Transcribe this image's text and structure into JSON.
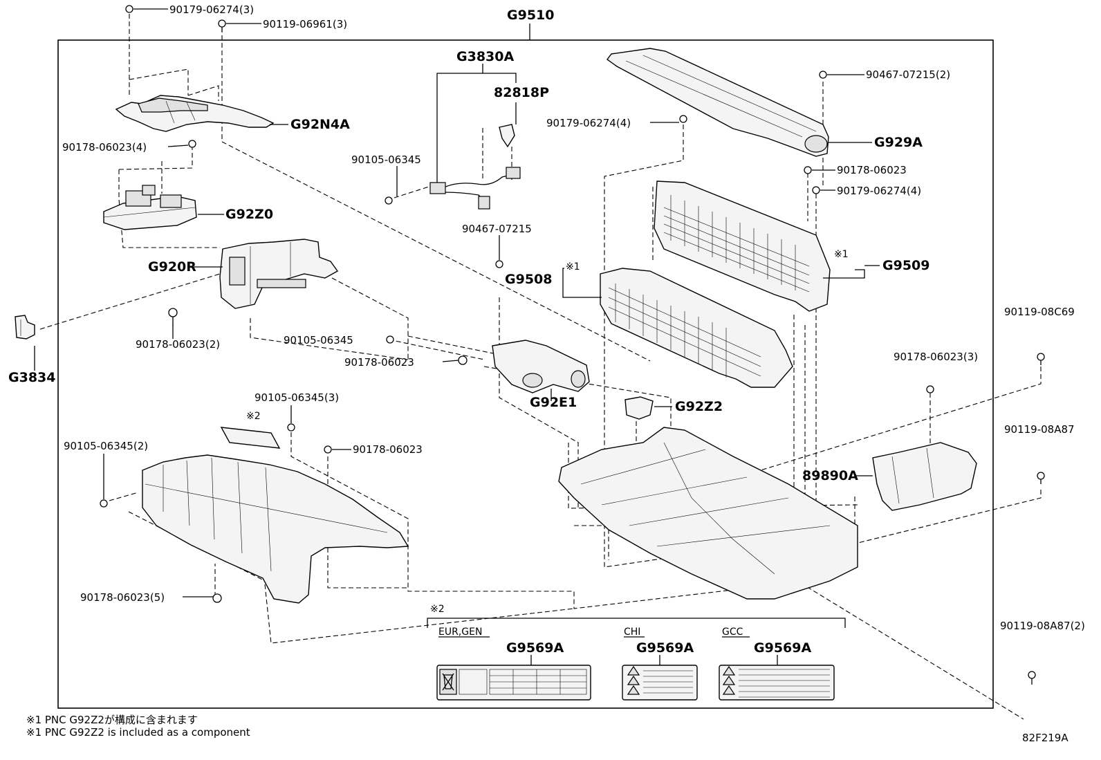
{
  "diagram": {
    "assembly_code": "G9510",
    "figure_code": "82F219A",
    "labels": [
      {
        "key": "l1",
        "text": "90179-06274(3)"
      },
      {
        "key": "l2",
        "text": "90119-06961(3)"
      },
      {
        "key": "l3",
        "text": "G3830A"
      },
      {
        "key": "l4",
        "text": "82818P"
      },
      {
        "key": "l5",
        "text": "90467-07215(2)"
      },
      {
        "key": "l6",
        "text": "G92N4A"
      },
      {
        "key": "l7",
        "text": "90179-06274(4)"
      },
      {
        "key": "l8",
        "text": "G929A"
      },
      {
        "key": "l9",
        "text": "90178-06023(4)"
      },
      {
        "key": "l10",
        "text": "90105-06345"
      },
      {
        "key": "l11",
        "text": "90178-06023"
      },
      {
        "key": "l12",
        "text": "90179-06274(4)"
      },
      {
        "key": "l13",
        "text": "G92Z0"
      },
      {
        "key": "l14",
        "text": "90467-07215"
      },
      {
        "key": "l15",
        "text": "G920R"
      },
      {
        "key": "l16",
        "text": "G9508"
      },
      {
        "key": "l17",
        "text": "G9509"
      },
      {
        "key": "l18",
        "text": "90119-08C69"
      },
      {
        "key": "l19",
        "text": "90178-06023(2)"
      },
      {
        "key": "l20",
        "text": "90105-06345"
      },
      {
        "key": "l21",
        "text": "90178-06023"
      },
      {
        "key": "l22",
        "text": "90178-06023(3)"
      },
      {
        "key": "l23",
        "text": "G3834"
      },
      {
        "key": "l24",
        "text": "G92E1"
      },
      {
        "key": "l25",
        "text": "G92Z2"
      },
      {
        "key": "l26",
        "text": "90105-06345(3)"
      },
      {
        "key": "l27",
        "text": "90105-06345(2)"
      },
      {
        "key": "l28",
        "text": "90178-06023"
      },
      {
        "key": "l29",
        "text": "90119-08A87"
      },
      {
        "key": "l30",
        "text": "89890A"
      },
      {
        "key": "l31",
        "text": "90178-06023(5)"
      },
      {
        "key": "l32",
        "text": "90119-08A87(2)"
      }
    ],
    "note_marks": {
      "m1a": "※1",
      "m1b": "※1",
      "m2a": "※2",
      "m2b": "※2"
    },
    "label_box": {
      "mark": "※2",
      "regions": [
        {
          "region": "EUR,GEN",
          "part": "G9569A"
        },
        {
          "region": "CHI",
          "part": "G9569A"
        },
        {
          "region": "GCC",
          "part": "G9569A"
        }
      ]
    },
    "footnotes": [
      "※1 PNC G92Z2が構成に含まれます",
      "※1 PNC G92Z2 is included as a component"
    ]
  }
}
